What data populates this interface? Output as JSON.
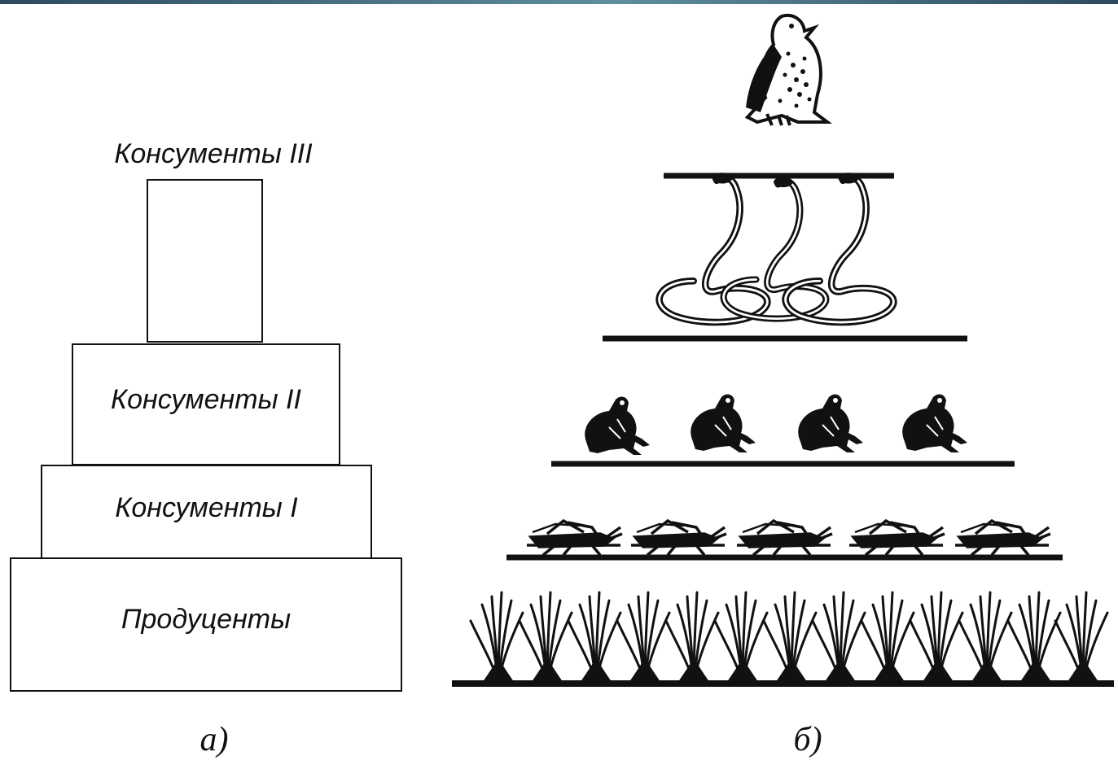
{
  "pyramid_a": {
    "levels": [
      {
        "label": "Консументы III"
      },
      {
        "label": "Консументы II"
      },
      {
        "label": "Консументы I"
      },
      {
        "label": "Продуценты"
      }
    ],
    "caption": "а)"
  },
  "pyramid_b": {
    "tiers": [
      {
        "organism": "hawk-icon",
        "count": 1
      },
      {
        "organism": "snake-icon",
        "count": 3
      },
      {
        "organism": "frog-icon",
        "count": 4
      },
      {
        "organism": "grasshopper-icon",
        "count": 5
      },
      {
        "organism": "grass-icon",
        "count": 13
      }
    ],
    "caption": "б)"
  }
}
